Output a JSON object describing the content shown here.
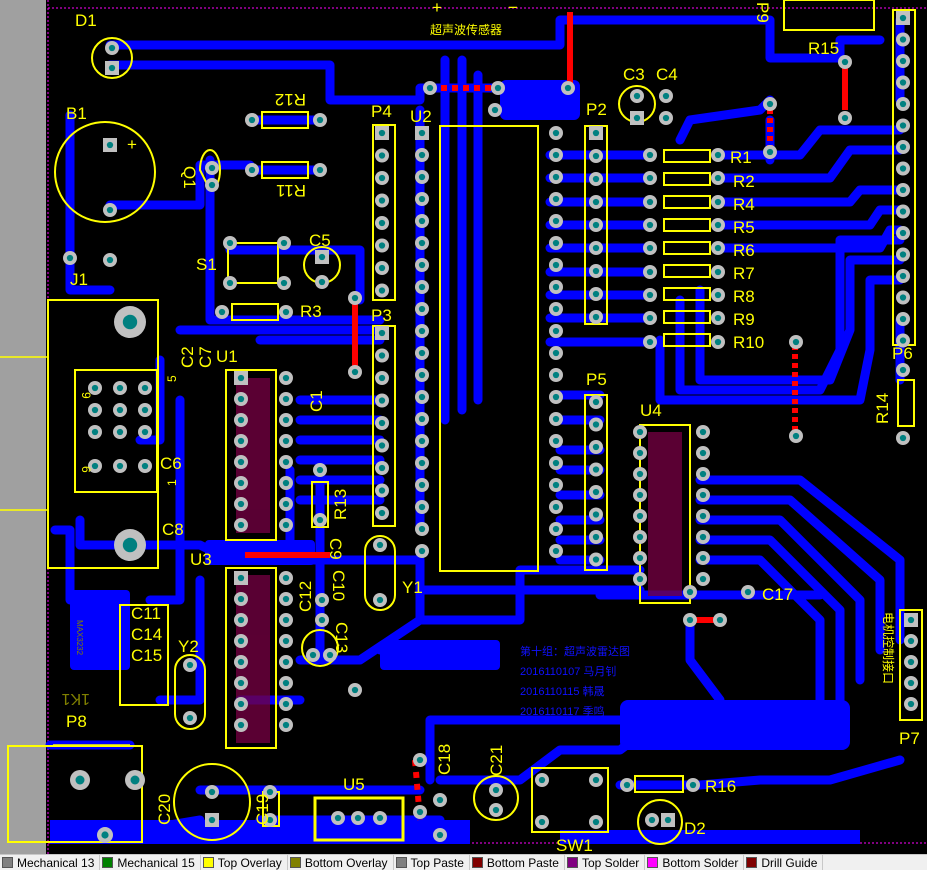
{
  "board": {
    "labels": {
      "D1": "D1",
      "B1": "B1",
      "R12": "R12",
      "R11": "R11",
      "Q1": "Q1",
      "P4": "P4",
      "U2": "U2",
      "P2": "P2",
      "C3": "C3",
      "C4": "C4",
      "R15": "R15",
      "S1": "S1",
      "C5": "C5",
      "R3": "R3",
      "P3": "P3",
      "J1": "J1",
      "C2": "C2",
      "C7": "C7",
      "U1": "U1",
      "C1": "C1",
      "C6": "C6",
      "C8": "C8",
      "U3": "U3",
      "R13": "R13",
      "C12": "C12",
      "C10": "C10",
      "C13": "C13",
      "C9": "C9",
      "Y1": "Y1",
      "Y2": "Y2",
      "C11": "C11",
      "C14": "C14",
      "C15": "C15",
      "P8": "P8",
      "C20": "C20",
      "C19": "C19",
      "U5": "U5",
      "C18": "C18",
      "C21": "C21",
      "SW1": "SW1",
      "D2": "D2",
      "R16": "R16",
      "C17": "C17",
      "P7": "P7",
      "U4": "U4",
      "P5": "P5",
      "R14": "R14",
      "P6": "P6",
      "R1": "R1",
      "R2": "R2",
      "R4": "R4",
      "R5": "R5",
      "R6": "R6",
      "R7": "R7",
      "R8": "R8",
      "R9": "R9",
      "R10": "R10",
      "P9": "P9",
      "ultrasonic": "超声波传感器",
      "motor_port": "电机控制接口",
      "j1_pin9": "9",
      "j1_pin6": "6",
      "j1_pin5": "5",
      "j1_pin1": "1",
      "plus": "+",
      "minus": "−",
      "r1k": "1K1",
      "chip_mark": "MAX3232"
    },
    "team_text": [
      "第十组：超声波雷达图",
      "2016110107 马月钊",
      "2016110115 韩晟",
      "2016110117 季鸣"
    ]
  },
  "layer_tabs": [
    {
      "label": "Mechanical 13",
      "color": "#808080"
    },
    {
      "label": "Mechanical 15",
      "color": "#008000"
    },
    {
      "label": "Top Overlay",
      "color": "#ffff00"
    },
    {
      "label": "Bottom Overlay",
      "color": "#808000"
    },
    {
      "label": "Top Paste",
      "color": "#808080"
    },
    {
      "label": "Bottom Paste",
      "color": "#800000"
    },
    {
      "label": "Top Solder",
      "color": "#800080"
    },
    {
      "label": "Bottom Solder",
      "color": "#ff00ff"
    },
    {
      "label": "Drill Guide",
      "color": "#800000"
    }
  ]
}
